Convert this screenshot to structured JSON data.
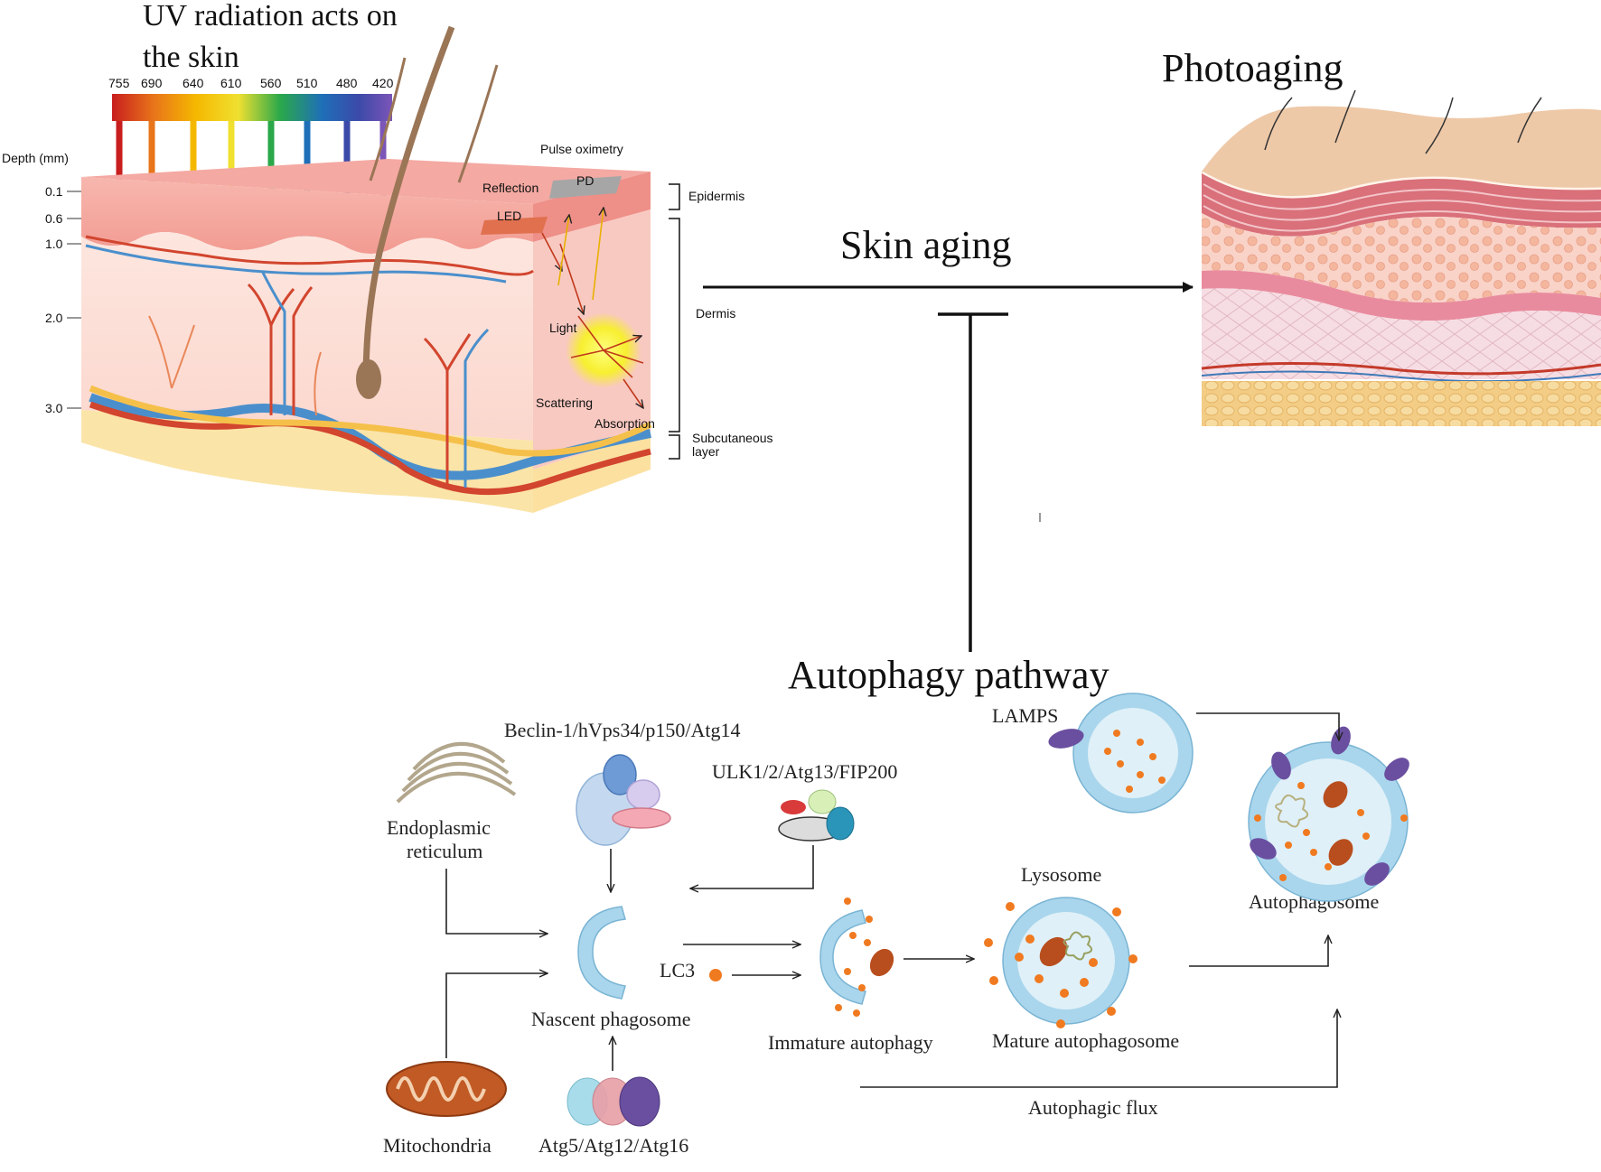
{
  "uv_panel": {
    "title_line1": "UV radiation  acts on",
    "title_line2": "the skin",
    "wavelengths": [
      "755",
      "690",
      "640",
      "610",
      "560",
      "510",
      "480",
      "420"
    ],
    "wavelength_colors": [
      "#c81e1e",
      "#e8751a",
      "#f5b800",
      "#f0e030",
      "#2aa84a",
      "#1f6fb8",
      "#3b4aa8",
      "#7b55b8"
    ],
    "depth_title": "Depth (mm)",
    "depth_ticks": [
      "0.1",
      "0.6",
      "1.0",
      "2.0",
      "3.0"
    ],
    "pulse_oximetry": "Pulse oximetry",
    "reflection": "Reflection",
    "pd": "PD",
    "led": "LED",
    "light": "Light",
    "scattering": "Scattering",
    "absorption": "Absorption",
    "epidermis": "Epidermis",
    "dermis": "Dermis",
    "subcutaneous_line1": "Subcutaneous",
    "subcutaneous_line2": "layer"
  },
  "center": {
    "skin_aging": "Skin aging",
    "photoaging": "Photoaging",
    "autophagy_pathway": "Autophagy pathway"
  },
  "autophagy": {
    "beclin": "Beclin-1/hVps34/p150/Atg14",
    "ulk": "ULK1/2/Atg13/FIP200",
    "er_line1": "Endoplasmic",
    "er_line2": "reticulum",
    "mitochondria": "Mitochondria",
    "atg5": "Atg5/Atg12/Atg16",
    "nascent": "Nascent phagosome",
    "lc3": "LC3",
    "immature": "Immature autophagy",
    "mature": "Mature autophagosome",
    "lysosome": "Lysosome",
    "lamps": "LAMPS",
    "autophagosome": "Autophagosome",
    "flux": "Autophagic flux"
  },
  "colors": {
    "vesicle_fill": "#a9d6ec",
    "vesicle_inner": "#dff0f8",
    "dot_orange": "#f07a20",
    "lamp_purple": "#6a4fa0",
    "skin_pink": "#f6b0a8",
    "vessel_red": "#d2452e",
    "vessel_blue": "#4a8fcc"
  }
}
